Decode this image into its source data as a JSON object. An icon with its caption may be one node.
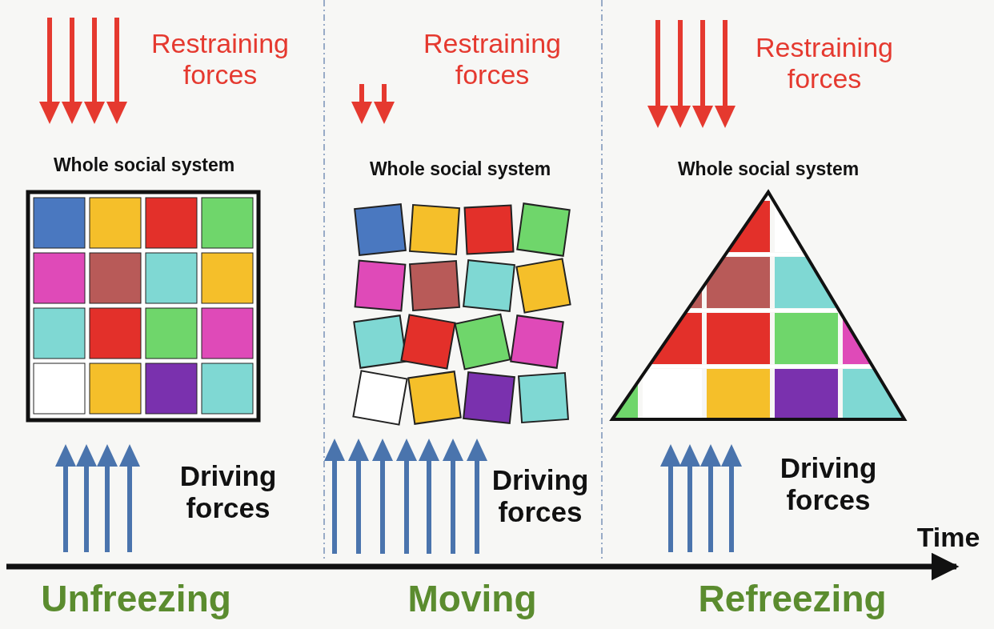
{
  "diagram": {
    "labels": [
      "Restraining forces",
      "Restraining forces",
      "Restraining forces",
      "Whole social system",
      "Whole social system",
      "Whole social system",
      "Driving forces",
      "Driving forces",
      "Driving forces",
      "Time",
      "Unfreezing",
      "Moving",
      "Refreezing"
    ]
  }
}
